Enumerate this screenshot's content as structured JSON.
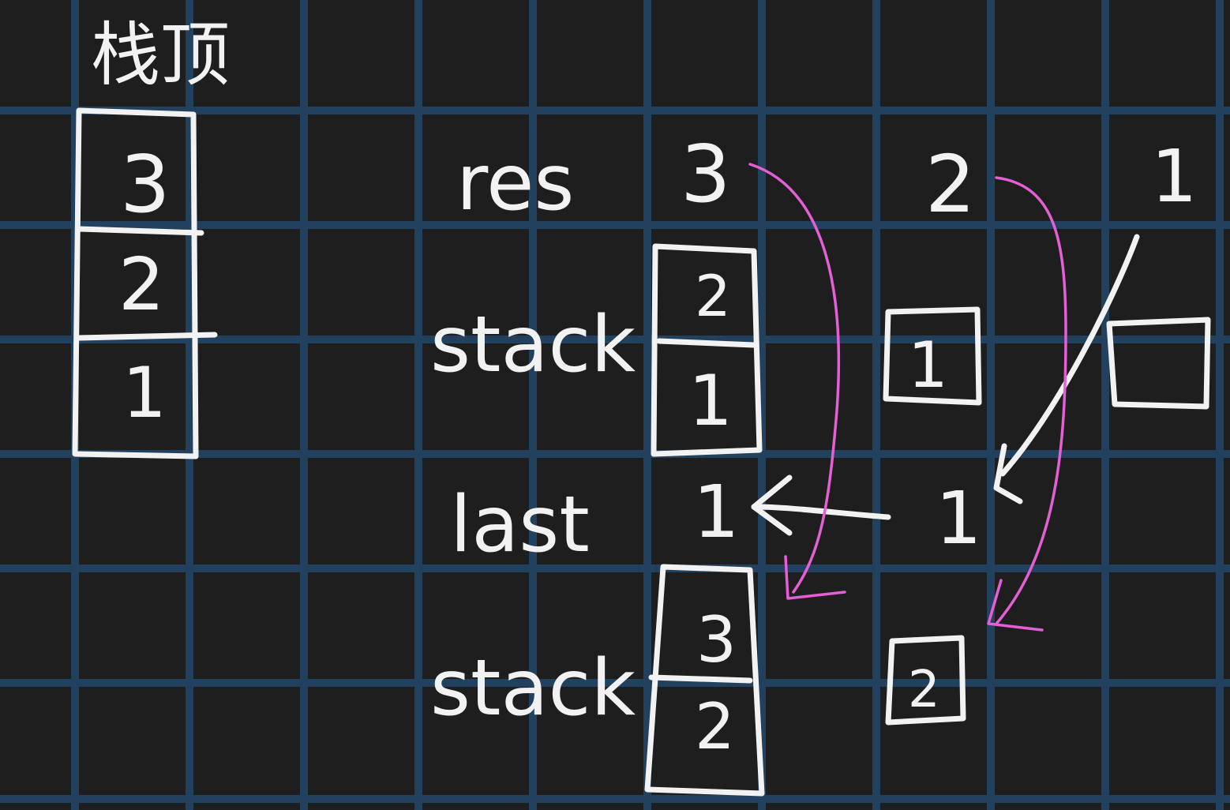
{
  "colors": {
    "background": "#1e1e1e",
    "grid": "#22415f",
    "ink": "#f2f2f2",
    "arrow_pink": "#e45fd6"
  },
  "left_stack": {
    "label": "栈顶",
    "cells": [
      "3",
      "2",
      "1"
    ]
  },
  "row_labels": {
    "res": "res",
    "stack": "stack",
    "last": "last",
    "stack2": "stack"
  },
  "res_values": [
    "3",
    "2",
    "1"
  ],
  "stack_row": {
    "col1": [
      "2",
      "1"
    ],
    "col2": [
      "1"
    ]
  },
  "last_values": [
    "1",
    "1"
  ],
  "stack2_row": {
    "col1": [
      "3",
      "2"
    ],
    "col2": [
      "2"
    ]
  }
}
